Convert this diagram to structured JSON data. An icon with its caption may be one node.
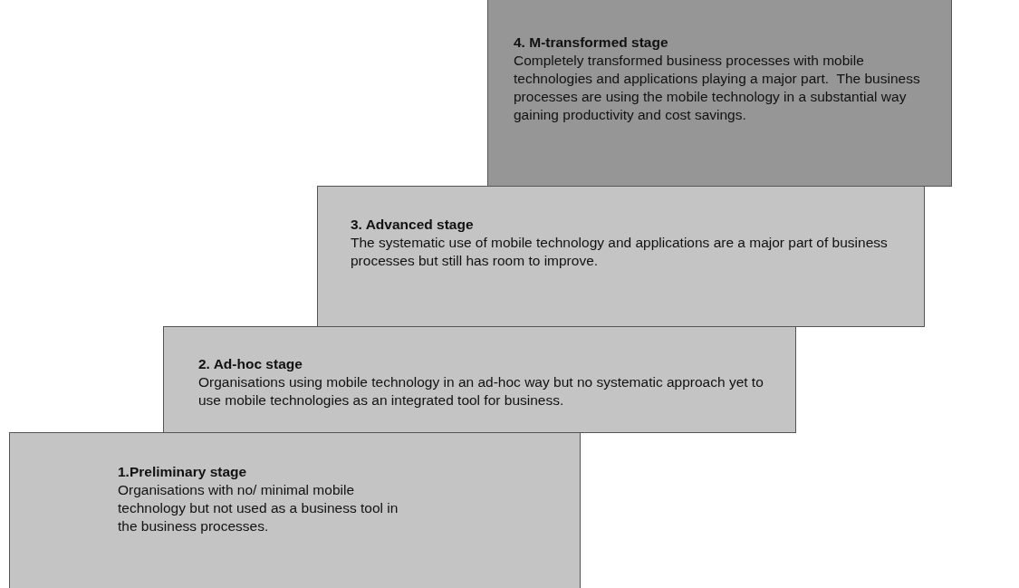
{
  "diagram": {
    "nodes": [
      {
        "text": [
          "4. M-transformed stage",
          "Completely transformed business processes with mobile technologies and applications playing a major part.  The business processes are using the mobile technology in a substantial way gaining productivity and cost savings."
        ]
      },
      {
        "text": [
          "3. Advanced stage",
          "The systematic use of mobile technology and applications are a major part of business processes but still has room to improve."
        ]
      },
      {
        "text": [
          "2. Ad-hoc stage",
          "Organisations using mobile technology in an ad-hoc way but no systematic approach yet to use mobile technologies as an integrated tool for business."
        ]
      },
      {
        "text": [
          "1.Preliminary stage",
          "Organisations with no/ minimal mobile technology but not used as a business tool in the business processes."
        ]
      }
    ]
  }
}
